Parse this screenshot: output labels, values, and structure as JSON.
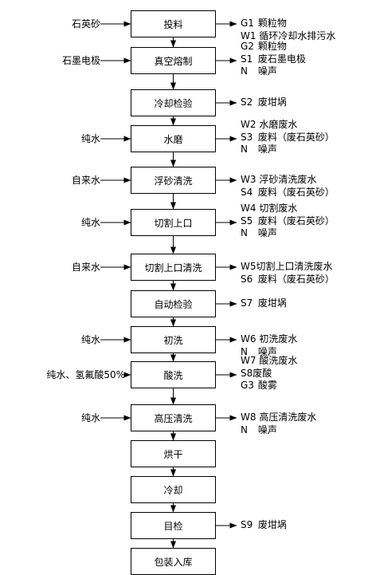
{
  "steps": [
    {
      "label": "投料",
      "input": "石英砂",
      "outputs": [
        {
          "code": "G1",
          "text": "颗粒物"
        },
        {
          "code": "W1",
          "text": "循环冷却水排污水"
        }
      ]
    },
    {
      "label": "真空熔制",
      "input": "石墨电极",
      "outputs": [
        {
          "code": "G2",
          "text": "颗粒物"
        },
        {
          "code": "S1",
          "text": "废石墨电极"
        },
        {
          "code": "N",
          "text": "噪声"
        }
      ]
    },
    {
      "label": "冷却检验",
      "input": "",
      "outputs": [
        {
          "code": "S2",
          "text": "废坩埚"
        }
      ]
    },
    {
      "label": "水磨",
      "input": "纯水",
      "outputs": [
        {
          "code": "W2",
          "text": "水磨废水"
        },
        {
          "code": "S3",
          "text": "废料（废石英砂）"
        },
        {
          "code": "N",
          "text": "噪声"
        }
      ]
    },
    {
      "label": "浮砂清洗",
      "input": "自来水",
      "outputs": [
        {
          "code": "W3",
          "text": "浮砂清洗废水"
        },
        {
          "code": "S4",
          "text": "废料（废石英砂）"
        }
      ]
    },
    {
      "label": "切割上口",
      "input": "纯水",
      "outputs": [
        {
          "code": "W4",
          "text": "切割废水"
        },
        {
          "code": "S5",
          "text": "废料（废石英砂）"
        },
        {
          "code": "N",
          "text": "噪声"
        }
      ]
    },
    {
      "label": "切割上口清洗",
      "input": "自来水",
      "outputs": [
        {
          "code": "W5",
          "text": "切割上口清洗废水",
          "tight": true
        },
        {
          "code": "S6",
          "text": "废料（废石英砂）"
        }
      ]
    },
    {
      "label": "自动检验",
      "input": "",
      "outputs": [
        {
          "code": "S7",
          "text": "废坩埚"
        }
      ]
    },
    {
      "label": "初洗",
      "input": "纯水",
      "outputs": [
        {
          "code": "W6",
          "text": "初洗废水"
        },
        {
          "code": "N",
          "text": "噪声"
        }
      ]
    },
    {
      "label": "酸洗",
      "input": "纯水、氢氟酸50%",
      "outputs": [
        {
          "code": "W7",
          "text": "酸洗废水"
        },
        {
          "code": "S8",
          "text": "废酸",
          "tight": true
        },
        {
          "code": "G3",
          "text": "酸雾"
        }
      ]
    },
    {
      "label": "高压清洗",
      "input": "纯水",
      "outputs": [
        {
          "code": "W8",
          "text": "高压清洗废水"
        },
        {
          "code": "N",
          "text": "噪声"
        }
      ]
    },
    {
      "label": "烘干",
      "input": "",
      "outputs": []
    },
    {
      "label": "冷却",
      "input": "",
      "outputs": []
    },
    {
      "label": "目检",
      "input": "",
      "outputs": [
        {
          "code": "S9",
          "text": "废坩埚"
        }
      ]
    },
    {
      "label": "包装入库",
      "input": "",
      "outputs": []
    }
  ]
}
